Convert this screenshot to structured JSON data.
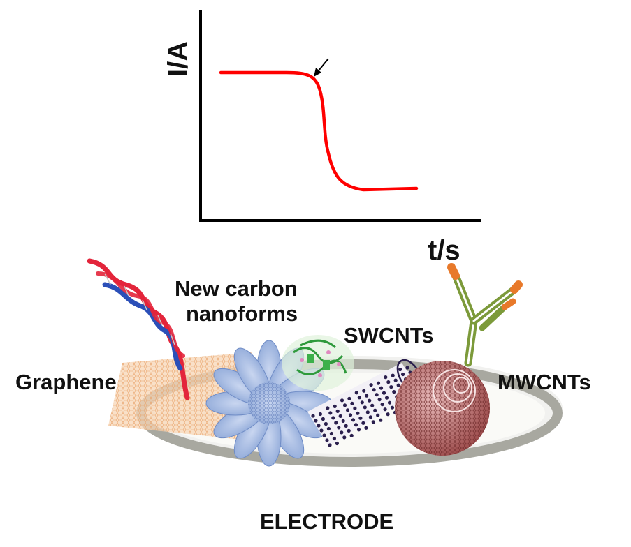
{
  "graph": {
    "y_label": "I/A",
    "x_label": "t/s",
    "line_color": "#ff0000"
  },
  "labels": {
    "new_carbon_line1": "New carbon",
    "new_carbon_line2": "nanoforms",
    "swcnts": "SWCNTs",
    "graphene": "Graphene",
    "mwcnts": "MWCNTs",
    "electrode": "ELECTRODE"
  },
  "colors": {
    "dna_red": "#e3253b",
    "dna_blue": "#2b4fb8",
    "graphene_sheet": "#f3c49a",
    "nanohorn": "#8ea8d8",
    "swcnt": "#2a1f4d",
    "mwcnt": "#8a3a3a",
    "antibody_green": "#7c9a3a",
    "antibody_orange": "#e8792a",
    "electrode_ring": "#a8a8a0",
    "protein_green": "#3cb04a"
  },
  "icons": [
    "dna-icon",
    "antibody-icon",
    "protein-icon"
  ]
}
